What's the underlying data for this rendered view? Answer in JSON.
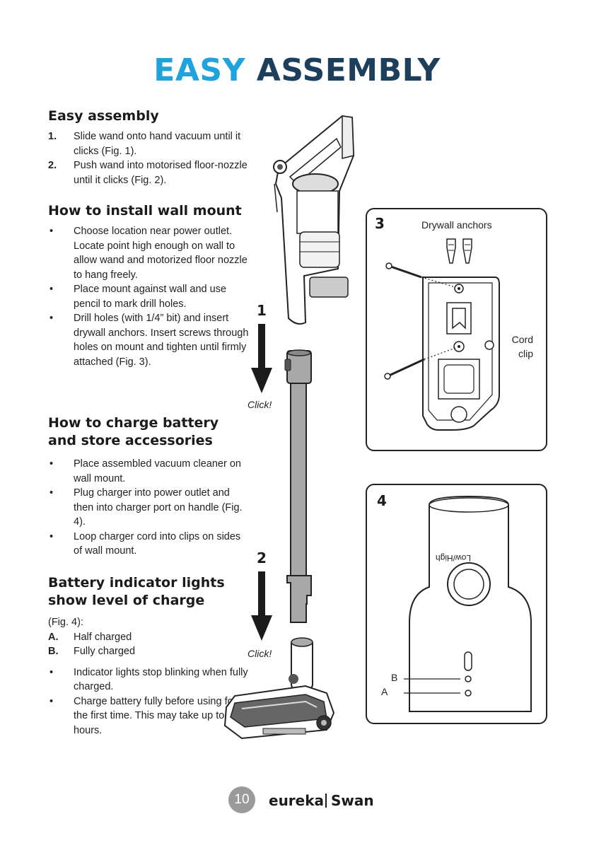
{
  "title": {
    "part1": "EASY",
    "part2": "ASSEMBLY"
  },
  "sections": {
    "assembly": {
      "heading": "Easy assembly",
      "steps": [
        {
          "marker": "1.",
          "text": "Slide wand onto hand vacuum until it clicks (Fig. 1)."
        },
        {
          "marker": "2.",
          "text": "Push wand into motorised floor-nozzle until it clicks (Fig. 2)."
        }
      ]
    },
    "wall_mount": {
      "heading": "How to install wall mount",
      "bullets": [
        "Choose location near power outlet. Locate point high enough on wall to allow wand and motorized floor nozzle to hang freely.",
        "Place mount against wall and use pencil to mark drill holes.",
        "Drill holes (with 1/4” bit) and insert drywall anchors. Insert screws through holes on mount and tighten until firmly attached (Fig. 3)."
      ]
    },
    "charge": {
      "heading": "How to charge battery and store accessories",
      "bullets": [
        "Place assembled vacuum cleaner on wall mount.",
        "Plug charger into power outlet and then into charger port on handle (Fig. 4).",
        "Loop charger cord into clips on sides of wall mount."
      ]
    },
    "battery": {
      "heading": "Battery indicator lights show level of charge",
      "intro": "(Fig. 4):",
      "levels": [
        {
          "marker": "A.",
          "text": "Half charged"
        },
        {
          "marker": "B.",
          "text": "Fully charged"
        }
      ],
      "bullets": [
        "Indicator lights stop blinking when fully charged.",
        "Charge battery fully before using for the first time. This may take up to six hours."
      ]
    }
  },
  "steps_diagram": {
    "step1": "1",
    "step2": "2",
    "click1": "Click!",
    "click2": "Click!"
  },
  "fig3": {
    "number": "3",
    "anchors_label": "Drywall anchors",
    "cord_label": "Cord clip"
  },
  "fig4": {
    "number": "4",
    "button_label": "Low/High",
    "label_b": "B",
    "label_a": "A"
  },
  "footer": {
    "page_number": "10",
    "brand1": "eureka",
    "brand2": "Swan"
  },
  "colors": {
    "title_light": "#1ea3dd",
    "title_dark": "#1d3f5c",
    "wand": "#a8a8a8"
  }
}
